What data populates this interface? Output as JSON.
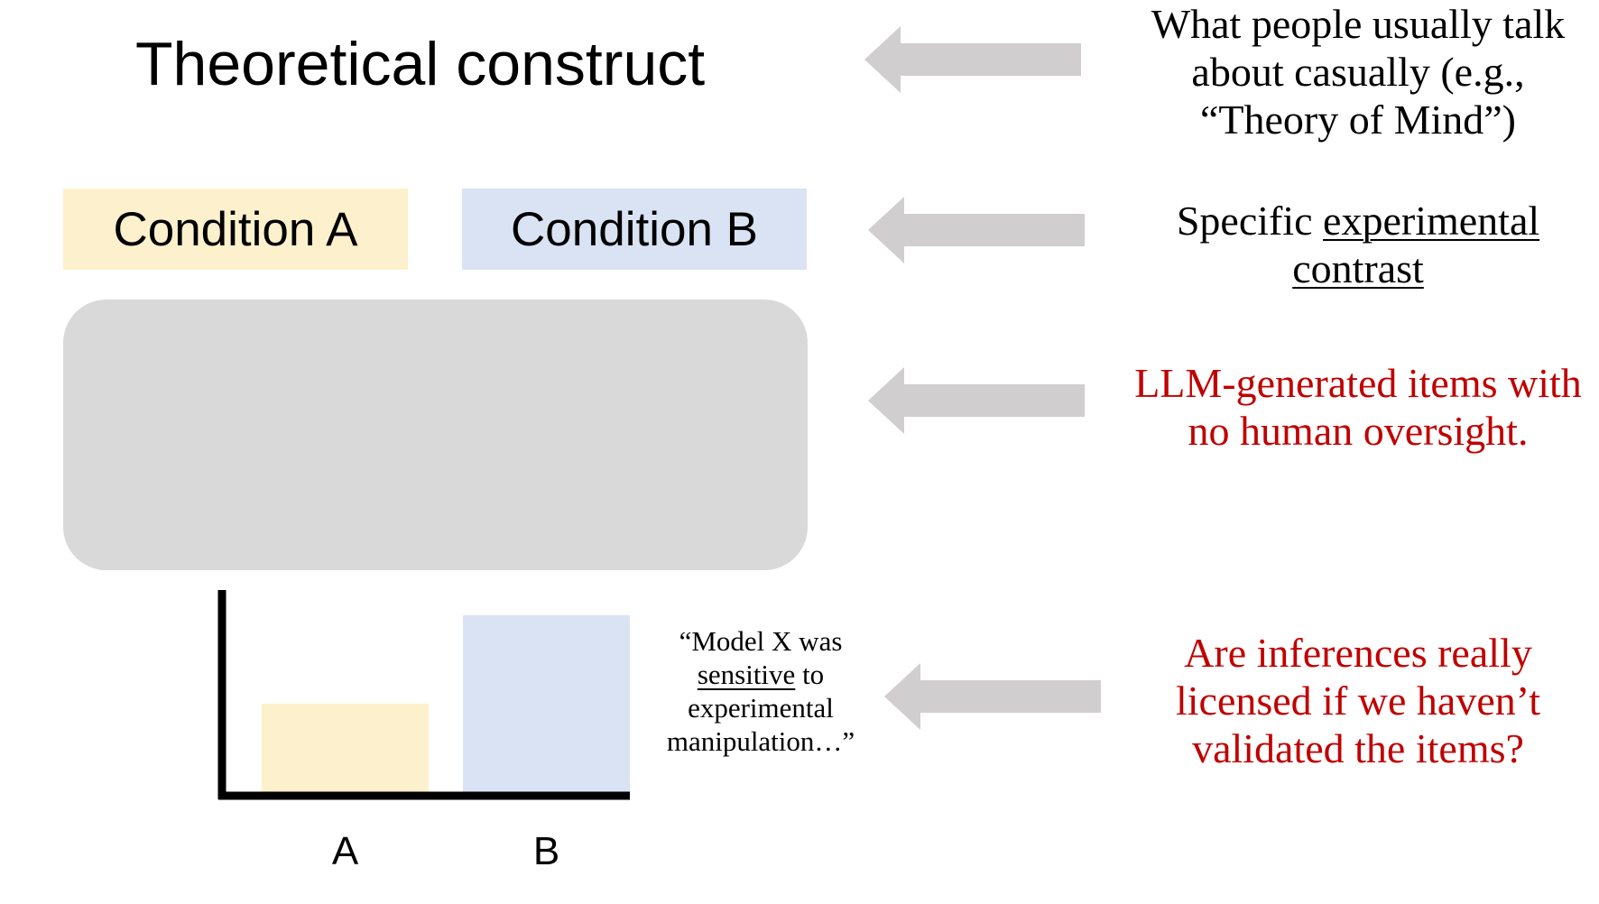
{
  "title": "Theoretical construct",
  "conditions": {
    "a": "Condition A",
    "b": "Condition B"
  },
  "right_notes": {
    "construct": {
      "line1": "What people usually talk",
      "line2": "about casually (e.g.,",
      "line3": "“Theory of  Mind”)"
    },
    "contrast": {
      "prefix": "Specific ",
      "underlined1": "experimental",
      "underlined2": "contrast"
    },
    "items": {
      "line1": "LLM-generated items with",
      "line2": "no human oversight."
    },
    "inference": {
      "line1": "Are inferences really",
      "line2": "licensed if  we haven’t",
      "line3": "validated the items?"
    }
  },
  "quote": {
    "line1": "“Model X was",
    "line2_underlined": "sensitive",
    "line2_rest": " to",
    "line3": "experimental",
    "line4": "manipulation…”"
  },
  "colors": {
    "condition_a": "#fcf1cc",
    "condition_b": "#dae3f3",
    "items_box": "#d9d9d9",
    "arrow": "#d0cece",
    "red_text": "#c00000"
  },
  "chart_data": {
    "type": "bar",
    "categories": [
      "A",
      "B"
    ],
    "values": [
      0.45,
      0.9
    ],
    "colors": [
      "#fcf1cc",
      "#dae3f3"
    ],
    "ylim": [
      0,
      1
    ],
    "title": "",
    "xlabel": "",
    "ylabel": "",
    "grid": false
  }
}
